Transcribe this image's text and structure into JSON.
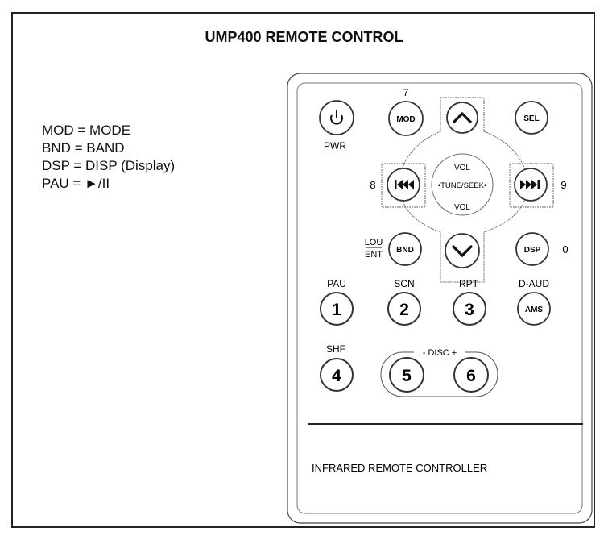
{
  "title": "UMP400 REMOTE CONTROL",
  "legend": [
    "MOD = MODE",
    "BND = BAND",
    "DSP = DISP (Display)",
    "PAU = ►/II"
  ],
  "remote": {
    "buttons": {
      "mod": "MOD",
      "sel": "SEL",
      "bnd": "BND",
      "dsp": "DSP",
      "ams": "AMS",
      "num1": "1",
      "num2": "2",
      "num3": "3",
      "num4": "4",
      "num5": "5",
      "num6": "6"
    },
    "labels": {
      "seven": "7",
      "pwr": "PWR",
      "eight": "8",
      "nine": "9",
      "zero": "0",
      "vol_top": "VOL",
      "vol_bottom": "VOL",
      "tune_seek": "•TUNE/SEEK•",
      "lou": "LOU",
      "ent": "ENT",
      "pau": "PAU",
      "scn": "SCN",
      "rpt": "RPT",
      "daud": "D-AUD",
      "shf": "SHF",
      "disc": "- DISC +",
      "footer": "INFRARED REMOTE CONTROLLER"
    }
  }
}
